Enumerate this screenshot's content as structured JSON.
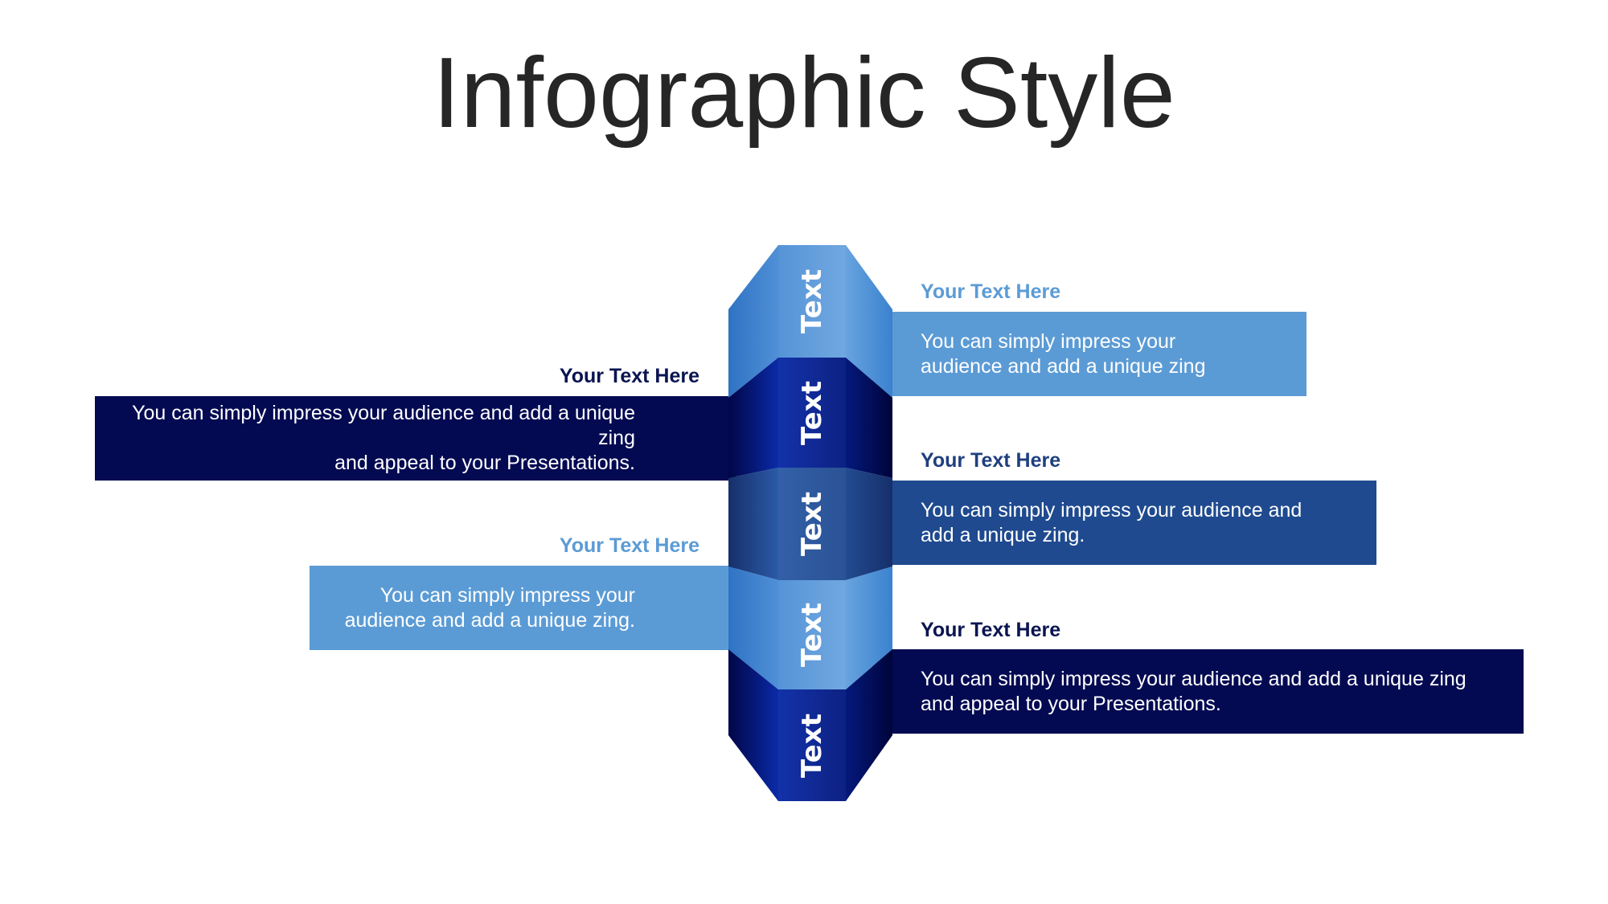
{
  "title": "Infographic Style",
  "colors": {
    "light": "#5b9bd5",
    "navy": "#030a52",
    "mid": "#1f4a8f",
    "heading_navy": "#0a1450",
    "heading_light": "#5b9bd5",
    "heading_mid": "#1f3f7e"
  },
  "segments": [
    {
      "label": "Text"
    },
    {
      "label": "Text"
    },
    {
      "label": "Text"
    },
    {
      "label": "Text"
    },
    {
      "label": "Text"
    }
  ],
  "items": [
    {
      "heading": "Your Text  Here",
      "body": "You can simply impress your\naudience and add a unique zing"
    },
    {
      "heading": "Your Text  Here",
      "body": "You can simply impress your audience and add a unique zing\nand appeal to your Presentations."
    },
    {
      "heading": "Your Text  Here",
      "body": "You can simply impress your audience and\nadd a unique zing."
    },
    {
      "heading": "Your Text  Here",
      "body": "You can simply impress your\naudience and add a unique zing."
    },
    {
      "heading": "Your Text  Here",
      "body": "You can simply impress your audience and add a unique zing\nand appeal to your Presentations."
    }
  ]
}
